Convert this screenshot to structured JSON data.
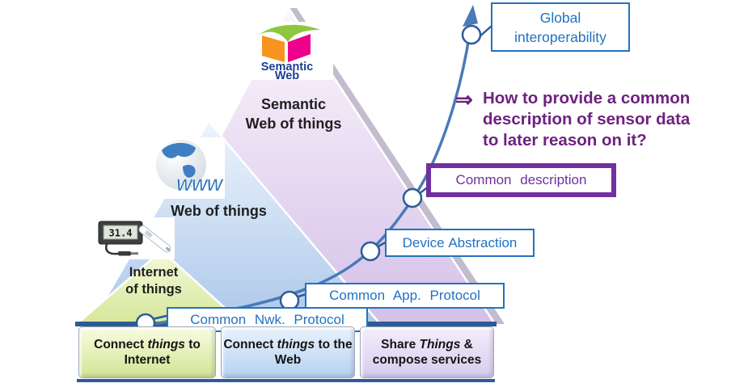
{
  "diagram": {
    "question": {
      "arrow_glyph": "⇒",
      "lines": [
        "How to provide a common",
        "description of sensor data",
        "to later reason on it?"
      ]
    },
    "milestones": [
      {
        "label": "Common Nwk. Protocol"
      },
      {
        "label": "Common App. Protocol"
      },
      {
        "label": "Device Abstraction"
      },
      {
        "label": "Common description"
      },
      {
        "line1": "Global",
        "line2": "interoperability"
      }
    ],
    "layers": [
      {
        "line1": "Internet",
        "line2": "of things"
      },
      {
        "line1": "Web of things"
      },
      {
        "line1": "Semantic",
        "line2": "Web of things"
      }
    ],
    "base_boxes": [
      {
        "pre": "Connect ",
        "em": "things",
        "post": " to Internet"
      },
      {
        "pre": "Connect ",
        "em": "things",
        "post": " to the Web"
      },
      {
        "pre": "Share ",
        "em": "Things",
        "post": " & compose services"
      }
    ],
    "icons": {
      "semantic_web_logo": {
        "line1": "Semantic",
        "line2": "Web"
      },
      "www_globe_label": "WWW",
      "thermometer_reading": "31.4"
    },
    "colors": {
      "label_blue": "#2272c0",
      "highlight_purple": "#7030a0",
      "question_purple": "#6f2180",
      "curve_blue": "#4a7ab8",
      "base_line_navy": "#2d5b96",
      "layer_green": "#d6e79b",
      "layer_blue": "#adc8ea",
      "layer_purple": "#d5c0e8"
    }
  }
}
